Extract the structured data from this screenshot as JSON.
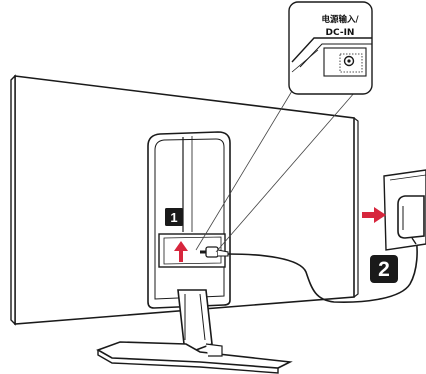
{
  "callout": {
    "label_cn": "电源输入/",
    "label_en": "DC-IN"
  },
  "steps": [
    {
      "number": "1"
    },
    {
      "number": "2"
    }
  ],
  "colors": {
    "line": "#1a1a1a",
    "arrow": "#d7263d",
    "badge": "#1a1a1a",
    "monitor_fill": "#ffffff"
  }
}
